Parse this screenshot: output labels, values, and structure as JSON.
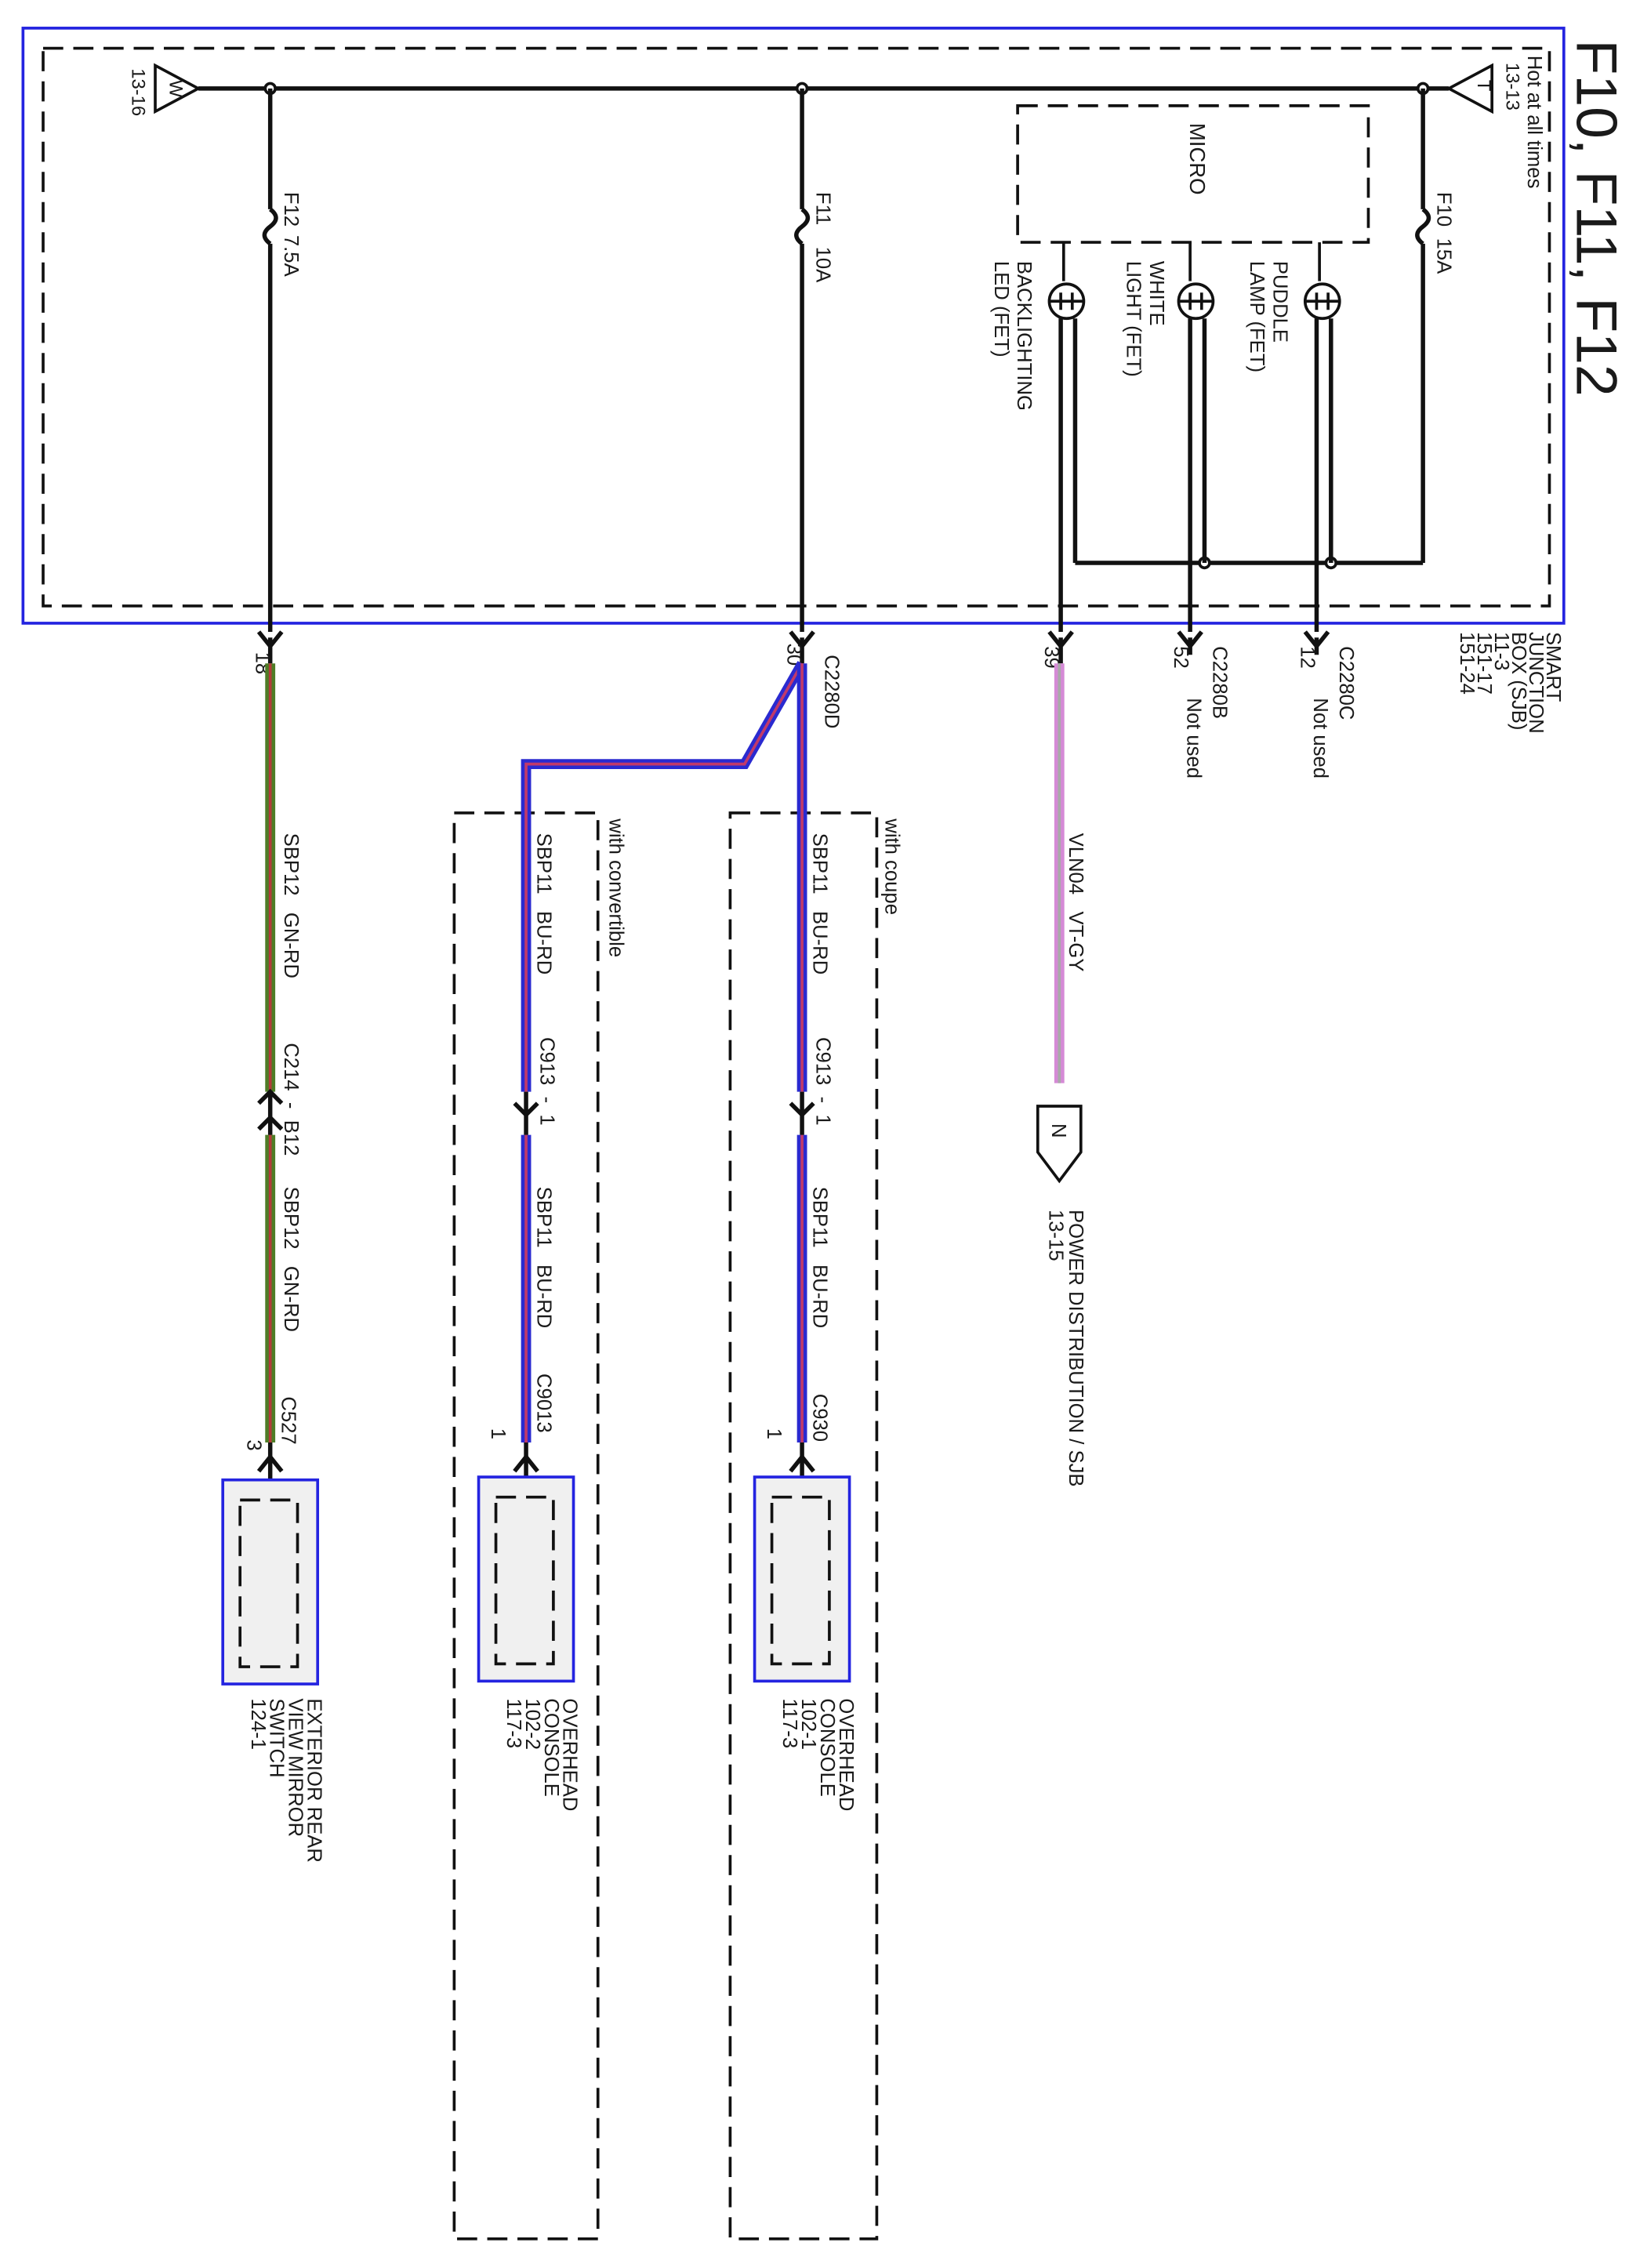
{
  "title": "F10, F11, F12",
  "hot_label": "Hot at all times",
  "colors": {
    "sjb_border": "#2424e0",
    "component_fill": "#f0f0f0",
    "wire_gn_rd_core": "#4e7d26",
    "wire_gn_rd_stripe": "#b33b3b",
    "wire_bu_rd_core": "#2a2ad0",
    "wire_bu_rd_stripe": "#c03a6a",
    "wire_vt_gy_core": "#d58ad6",
    "wire_vt_gy_stripe": "#a9a9a9"
  },
  "refs": {
    "left_ref": {
      "letter": "W",
      "page": "13-16"
    },
    "right_ref": {
      "letter": "T",
      "page": "13-13"
    },
    "power_ref": {
      "letter": "N",
      "page": "13-15"
    }
  },
  "fuses": [
    {
      "id": "F12",
      "rating": "7.5A"
    },
    {
      "id": "F11",
      "rating": "10A"
    },
    {
      "id": "F10",
      "rating": "15A"
    }
  ],
  "micro_label": "MICRO",
  "fets": [
    {
      "label_lines": [
        "BACKLIGHTING",
        "LED (FET)"
      ]
    },
    {
      "label_lines": [
        "WHITE",
        "LIGHT (FET)"
      ]
    },
    {
      "label_lines": [
        "PUDDLE",
        "LAMP (FET)"
      ]
    }
  ],
  "sjb_label_lines": [
    "SMART",
    "JUNCTION",
    "BOX (SJB)",
    "11-3",
    "151-17",
    "151-24"
  ],
  "sjb_pins": [
    {
      "pin": "18",
      "connector": ""
    },
    {
      "pin": "30",
      "connector": "C2280D"
    },
    {
      "pin": "39",
      "connector": ""
    },
    {
      "pin": "52",
      "connector": "C2280B",
      "note": "Not used"
    },
    {
      "pin": "12",
      "connector": "C2280C",
      "note": "Not used"
    }
  ],
  "variants": {
    "convertible": "with convertible",
    "coupe": "with coupe"
  },
  "circuits": {
    "sbp12_top": "SBP12   GN-RD",
    "sbp12_bottom": "SBP12   GN-RD",
    "sbp11_conv_top": "SBP11   BU-RD",
    "sbp11_conv_bottom": "SBP11   BU-RD",
    "sbp11_coupe_top": "SBP11   BU-RD",
    "sbp11_coupe_bottom": "SBP11   BU-RD",
    "vln04": "VLN04   VT-GY"
  },
  "inline_connectors": {
    "c214": "C214  -  B12",
    "c913_conv": "C913  -  1",
    "c913_coupe": "C913  -  1"
  },
  "end_connectors": [
    {
      "name": "C527",
      "pin": "3"
    },
    {
      "name": "C9013",
      "pin": "1"
    },
    {
      "name": "C930",
      "pin": "1"
    }
  ],
  "power_dist_label": [
    "POWER DISTRIBUTION / SJB",
    "13-15"
  ],
  "components": [
    {
      "label_lines": [
        "EXTERIOR REAR",
        "VIEW MIRROR",
        "SWITCH",
        "124-1"
      ]
    },
    {
      "label_lines": [
        "OVERHEAD",
        "CONSOLE",
        "102-2",
        "117-3"
      ]
    },
    {
      "label_lines": [
        "OVERHEAD",
        "CONSOLE",
        "102-1",
        "117-3"
      ]
    }
  ]
}
